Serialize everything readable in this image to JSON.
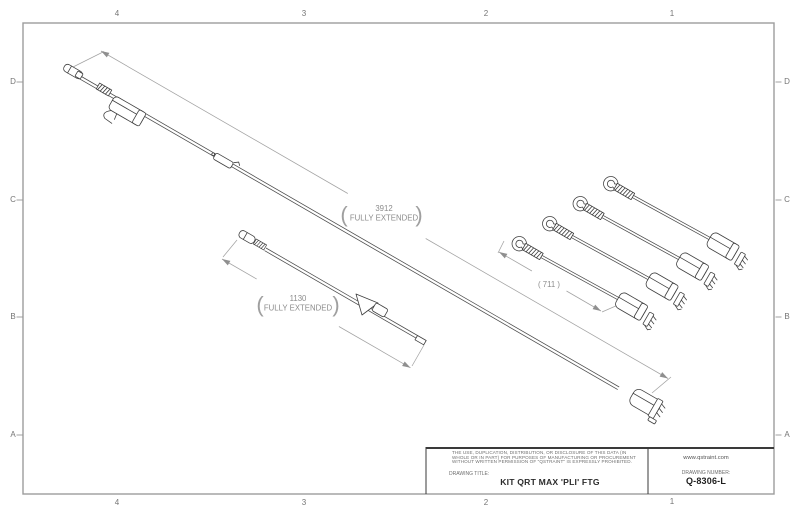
{
  "sheet": {
    "zones": {
      "columns": [
        "4",
        "3",
        "2",
        "1"
      ],
      "rows": [
        "D",
        "C",
        "B",
        "A"
      ]
    }
  },
  "dimensions": {
    "long_strap": {
      "value": "3912",
      "note": "FULLY EXTENDED"
    },
    "short_strap": {
      "value": "1130",
      "note": "FULLY EXTENDED"
    },
    "retractor": {
      "label": "( 711 )"
    }
  },
  "symbols": {
    "paren_open": "(",
    "paren_close": ")"
  },
  "title_block": {
    "disclaimer_line1": "THE USE, DUPLICATION, DISTRIBUTION, OR DISCLOSURE OF THIS DATA (IN",
    "disclaimer_line2": "WHOLE OR IN PART) FOR PURPOSES OF MANUFACTURING OR PROCUREMENT",
    "disclaimer_line3": "WITHOUT WRITTEN PERMISSION OF \"QSTRAINT\" IS EXPRESSLY PROHIBITED.",
    "drawing_title_label": "DRAWING TITLE:",
    "drawing_title": "KIT QRT MAX 'PLI' FTG",
    "website": "www.qstraint.com",
    "drawing_number_label": "DRAWING NUMBER:",
    "drawing_number": "Q-8306-L"
  },
  "colors": {
    "line_dark": "#3f3f3f",
    "line_dim": "#a3a3a3",
    "border": "#9c9c9c",
    "text_gray": "#757575"
  }
}
